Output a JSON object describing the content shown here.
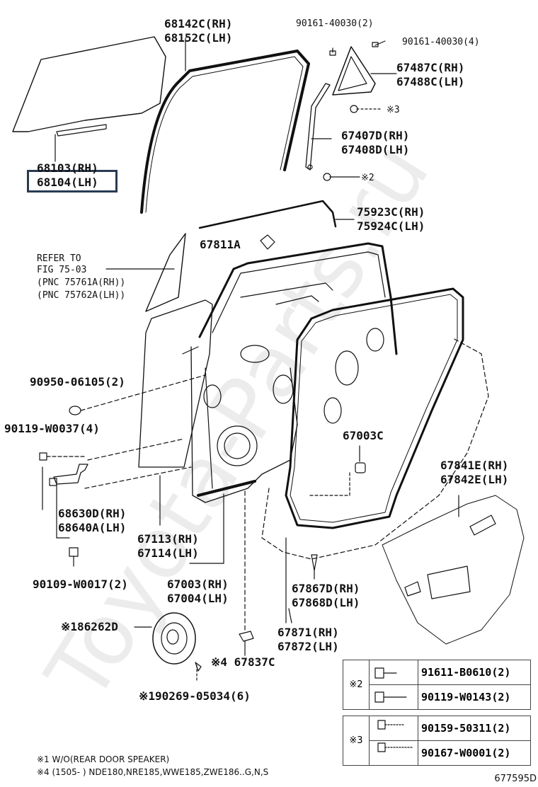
{
  "labels": {
    "l1": "68142C(RH)",
    "l2": "68152C(LH)",
    "l3": "90161-40030(2)",
    "l4": "90161-40030(4)",
    "l5": "67487C(RH)",
    "l6": "67488C(LH)",
    "l7": "※3",
    "l8": "67407D(RH)",
    "l9": "67408D(LH)",
    "l10": "68103(RH)",
    "l11": "68104(LH)",
    "l12": "※2",
    "l13": "75923C(RH)",
    "l14": "75924C(LH)",
    "l15": "67811A",
    "l16": "REFER TO",
    "l17": "FIG 75-03",
    "l18": "(PNC 75761A(RH))",
    "l19": "(PNC 75762A(LH))",
    "l20": "90950-06105(2)",
    "l21": "90119-W0037(4)",
    "l22": "67003C",
    "l23": "67841E(RH)",
    "l24": "67842E(LH)",
    "l25": "68630D(RH)",
    "l26": "68640A(LH)",
    "l27": "67113(RH)",
    "l28": "67114(LH)",
    "l29": "90109-W0017(2)",
    "l30": "67003(RH)",
    "l31": "67004(LH)",
    "l32": "67867D(RH)",
    "l33": "67868D(LH)",
    "l34": "※186262D",
    "l35": "67871(RH)",
    "l36": "67872(LH)",
    "l37": "※4 67837C",
    "l38": "※190269-05034(6)"
  },
  "legend": {
    "g2": "※2",
    "g3": "※3",
    "p1": "91611-B0610(2)",
    "p2": "90119-W0143(2)",
    "p3": "90159-50311(2)",
    "p4": "90167-W0001(2)"
  },
  "notes": {
    "n1": "※1 W/O(REAR DOOR SPEAKER)",
    "n2": "※4 (1505-        ) NDE180,NRE185,WWE185,ZWE186..G,N,S"
  },
  "watermark": "Toyota-Parts.ru",
  "diagram_code": "677595D"
}
